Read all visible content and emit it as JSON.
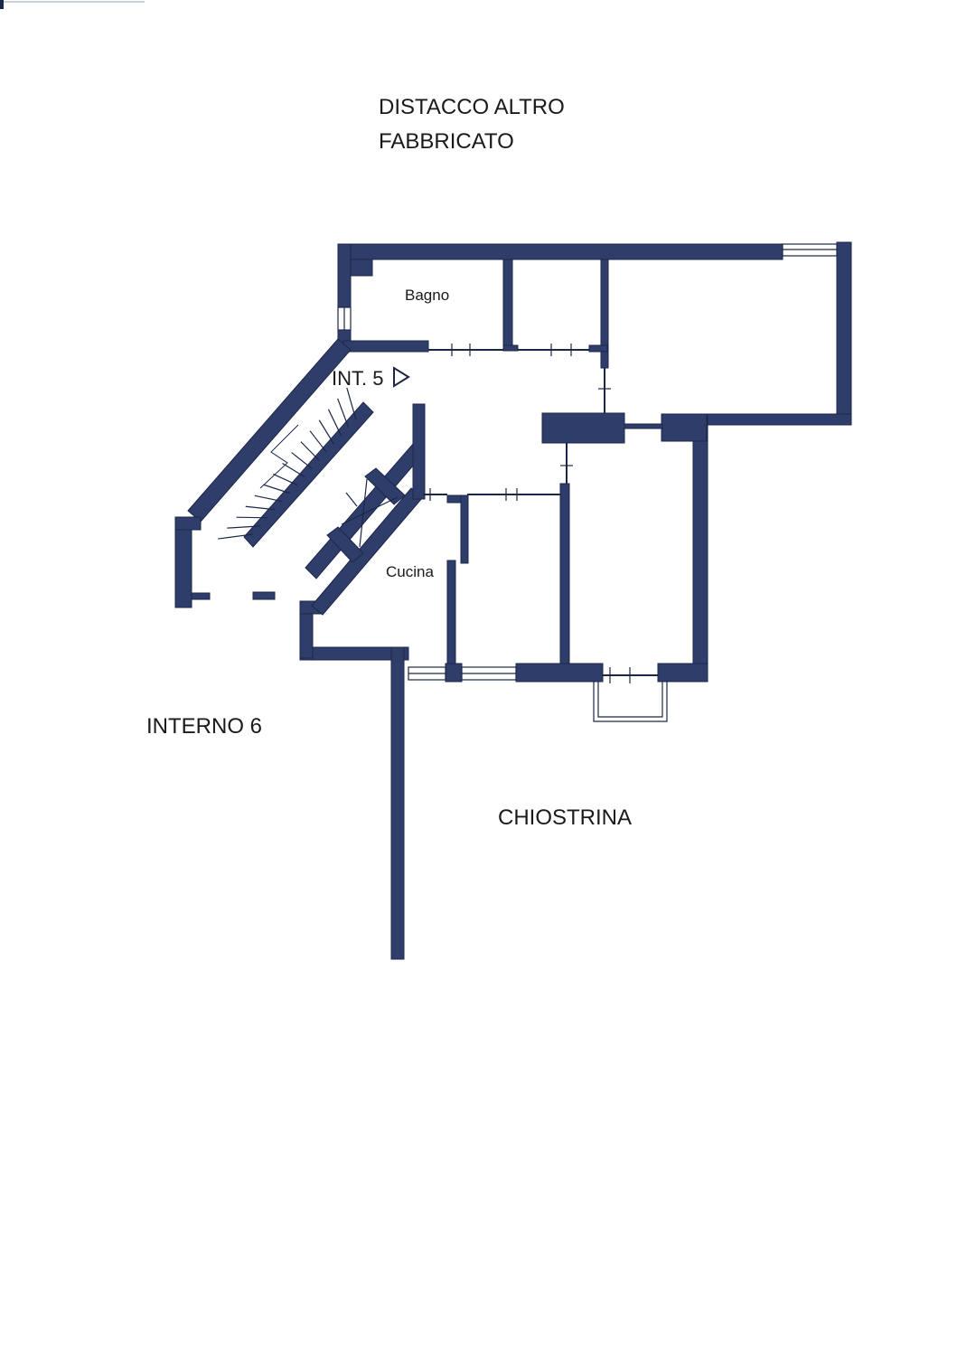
{
  "labels": {
    "north": "DISTACCO ALTRO",
    "north_2": "FABBRICATO",
    "west": "INTERNO 6",
    "south": "CHIOSTRINA",
    "entrance": "INT. 5"
  },
  "rooms": {
    "bathroom": "Bagno",
    "kitchen": "Cucina"
  },
  "colors": {
    "wall": "#2f3d6a",
    "line": "#1c2748",
    "paper": "#ffffff"
  }
}
